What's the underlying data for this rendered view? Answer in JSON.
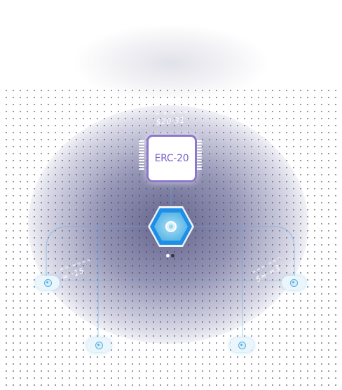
{
  "token": {
    "label": "ERC-20"
  },
  "annotations": {
    "top": {
      "line1": "≈ ≈ ≈ ≈≈",
      "line2": "$20·31"
    },
    "left": {
      "line1": "≈≈ ≈≈≈≈",
      "line2": "≈ ·15"
    },
    "right": {
      "line1": "≈≈≈ ≈≈≈",
      "line2": "$≈·≈3"
    }
  },
  "pager": {
    "active_index": 1,
    "count": 2
  },
  "colors": {
    "chip_border": "#8c78cc",
    "chip_text": "#7a62c8",
    "hub_blue": "#1e8fe8",
    "hub_cyan": "#7cc8ee",
    "node_ring": "#58aee0",
    "connector": "#5fa8e6"
  },
  "icons": {
    "hub": "hexagon-core-icon",
    "node": "target-ring-icon"
  }
}
